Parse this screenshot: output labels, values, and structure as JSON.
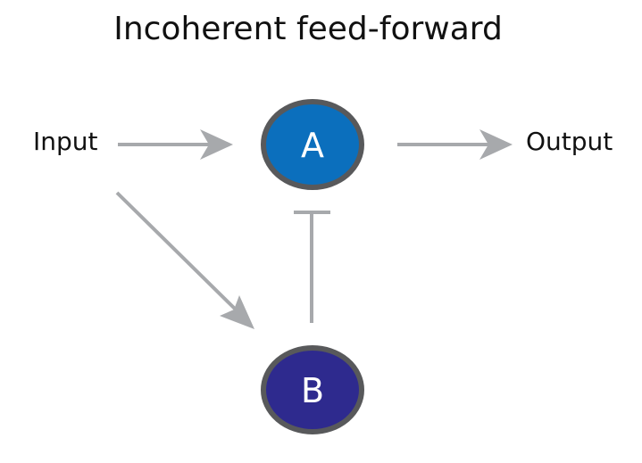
{
  "title": "Incoherent feed-forward",
  "labels": {
    "input": "Input",
    "output": "Output"
  },
  "nodes": {
    "a": {
      "label": "A",
      "fill": "#0b6fbd"
    },
    "b": {
      "label": "B",
      "fill": "#2e2a8e"
    }
  },
  "colors": {
    "node_border": "#58595b",
    "edge": "#a7a9ac",
    "text": "#111111",
    "background": "#ffffff"
  },
  "edges": [
    {
      "from": "input",
      "to": "a",
      "type": "activation"
    },
    {
      "from": "a",
      "to": "output",
      "type": "activation"
    },
    {
      "from": "input",
      "to": "b",
      "type": "activation"
    },
    {
      "from": "b",
      "to": "a",
      "type": "inhibition"
    }
  ]
}
